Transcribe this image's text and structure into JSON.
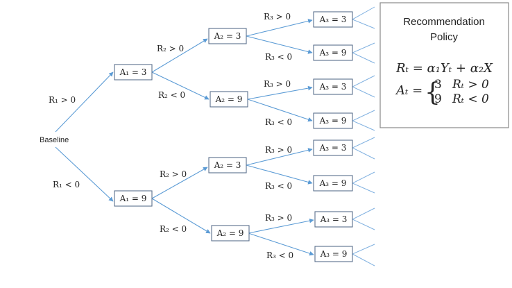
{
  "root": {
    "label": "Baseline"
  },
  "level1": [
    {
      "node": "A₁ = 3",
      "edge": "R₁ > 0"
    },
    {
      "node": "A₁ = 9",
      "edge": "R₁ < 0"
    }
  ],
  "level2": [
    {
      "node": "A₂ = 3",
      "edge": "R₂ > 0"
    },
    {
      "node": "A₂ = 9",
      "edge": "R₂ < 0"
    },
    {
      "node": "A₂ = 3",
      "edge": "R₂ > 0"
    },
    {
      "node": "A₂ = 9",
      "edge": "R₂ < 0"
    }
  ],
  "level3": [
    {
      "node": "A₃ = 3",
      "edge": "R₃ > 0"
    },
    {
      "node": "A₃ = 9",
      "edge": "R₃ < 0"
    },
    {
      "node": "A₃ = 3",
      "edge": "R₃ > 0"
    },
    {
      "node": "A₃ = 9",
      "edge": "R₃ < 0"
    },
    {
      "node": "A₃ = 3",
      "edge": "R₃ > 0"
    },
    {
      "node": "A₃ = 9",
      "edge": "R₃ < 0"
    },
    {
      "node": "A₃ = 3",
      "edge": "R₃ > 0"
    },
    {
      "node": "A₃ = 9",
      "edge": "R₃ < 0"
    }
  ],
  "policy": {
    "title_line1": "Recommendation",
    "title_line2": "Policy",
    "formula_reward": "Rₜ = α₁Yₜ + α₂X",
    "formula_action_lhs": "Aₜ =",
    "case1_value": "3",
    "case1_condition": "Rₜ > 0",
    "case2_value": "9",
    "case2_condition": "Rₜ < 0"
  }
}
